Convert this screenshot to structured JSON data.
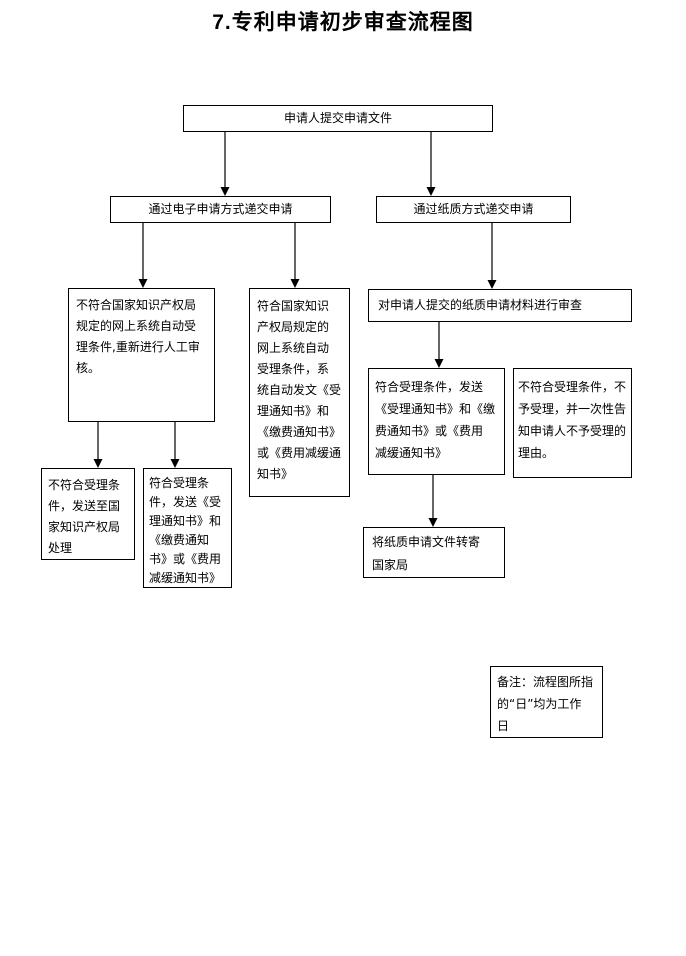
{
  "title": "7.专利申请初步审查流程图",
  "nodes": {
    "submit": "申请人提交申请文件",
    "electronic": "通过电子申请方式递交申请",
    "paper": "通过纸质方式递交申请",
    "e_manual": "不符合国家知识产权局\n规定的网上系统自动受\n理条件,重新进行人工审\n核。",
    "e_auto_pass": "符合国家知识\n产权局规定的\n网上系统自动\n受理条件，系\n统自动发文《受\n理通知书》和\n《缴费通知书》\n或《费用减缓通\n知书》",
    "paper_review": "对申请人提交的纸质申请材料进行审查",
    "manual_fail": "不符合受理条\n件，发送至国\n家知识产权局\n处理",
    "manual_pass": "符合受理条\n件，发送《受\n理通知书》和\n《缴费通知\n书》或《费用\n减缓通知书》",
    "paper_pass": "符合受理条件，发送\n《受理通知书》和《缴\n费通知书》或《费用\n减缓通知书》",
    "paper_fail": "不符合受理条件，不\n予受理，并一次性告\n知申请人不予受理的\n理由。",
    "forward": "将纸质申请文件转寄\n国家局",
    "note": "备注：流程图所指\n的“日”均为工作\n日"
  }
}
